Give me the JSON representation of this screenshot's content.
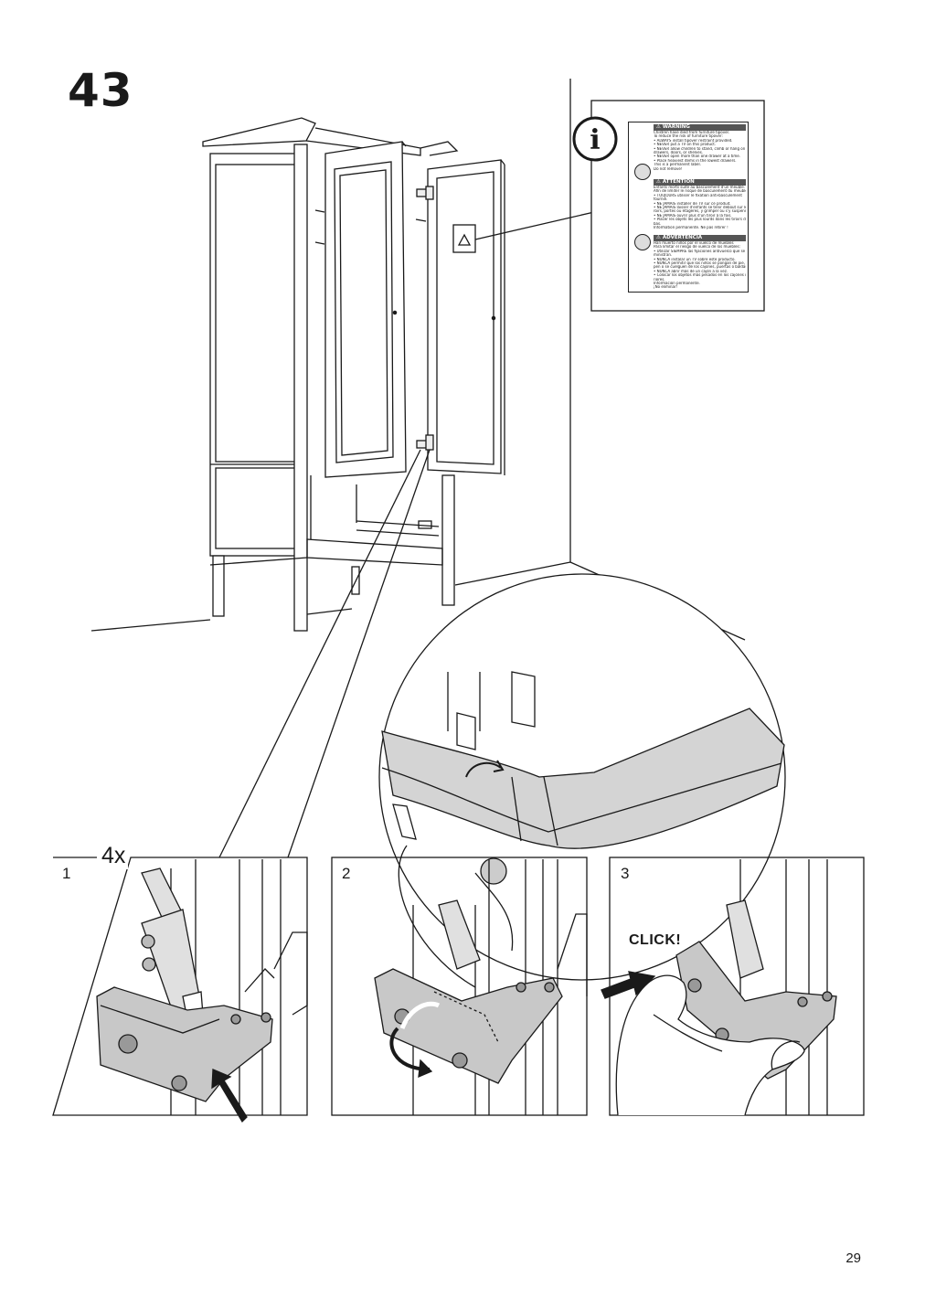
{
  "page": {
    "step_number": "43",
    "page_number": "29",
    "count_label": "4x",
    "click_label": "CLICK!"
  },
  "sub_steps": [
    {
      "number": "1"
    },
    {
      "number": "2"
    },
    {
      "number": "3"
    }
  ],
  "info_icon": "info-icon",
  "warning_label": {
    "sections": [
      {
        "heading": "⚠ WARNING",
        "lines": [
          "Children have died from furniture tipover.",
          "To reduce the risk of furniture tipover:",
          "• ALWAYS install tipover restraint provided.",
          "• NEVER put a TV on this product.",
          "• NEVER allow children to stand, climb or hang on",
          "  drawers, doors, or shelves.",
          "• NEVER open more than one drawer at a time.",
          "• Place heaviest items in the lowest drawers.",
          "This is a permanent label.",
          "Do not remove!"
        ]
      },
      {
        "heading": "⚠ ATTENTION",
        "lines": [
          "Enfants morts suite au basculement d'un meuble.",
          "Afin de limiter le risque de basculement du meuble :",
          "• TOUJOURS utiliser le fixation anti-basculement",
          "  fournie.",
          "• NE JAMAIS installer de TV sur ce produit.",
          "• NE JAMAIS laisser d'enfants se tenir debout sur les ti-",
          "  roirs, portes ou étagères, y grimper ou s'y suspendre.",
          "• NE JAMAIS ouvrir plus d'un tiroir à la fois.",
          "• Placer les objets les plus lourds dans les tiroirs du",
          "  bas.",
          "Information permanente. Ne pas retirer !"
        ]
      },
      {
        "heading": "⚠ ADVERTENCIA",
        "lines": [
          "Han muerto niños por el vuelco de muebles",
          "Para limitar el riesgo de vuelco de los muebles:",
          "• Utilizar SIEMPRE las fijaciones antivuelco que se su-",
          "  ministran.",
          "• NUNCA instalar un TV sobre este producto.",
          "• NUNCA permitir que los niños se pongan de pie, tre-",
          "  pen o se cuelguen de los cajones, puertas o baldas.",
          "• NUNCA abrir más de un cajón a la vez.",
          "• Colocar los objetos más pesados en los cajones infe-",
          "  riores.",
          "Información permanente.",
          "¡No eliminar!"
        ]
      }
    ]
  }
}
